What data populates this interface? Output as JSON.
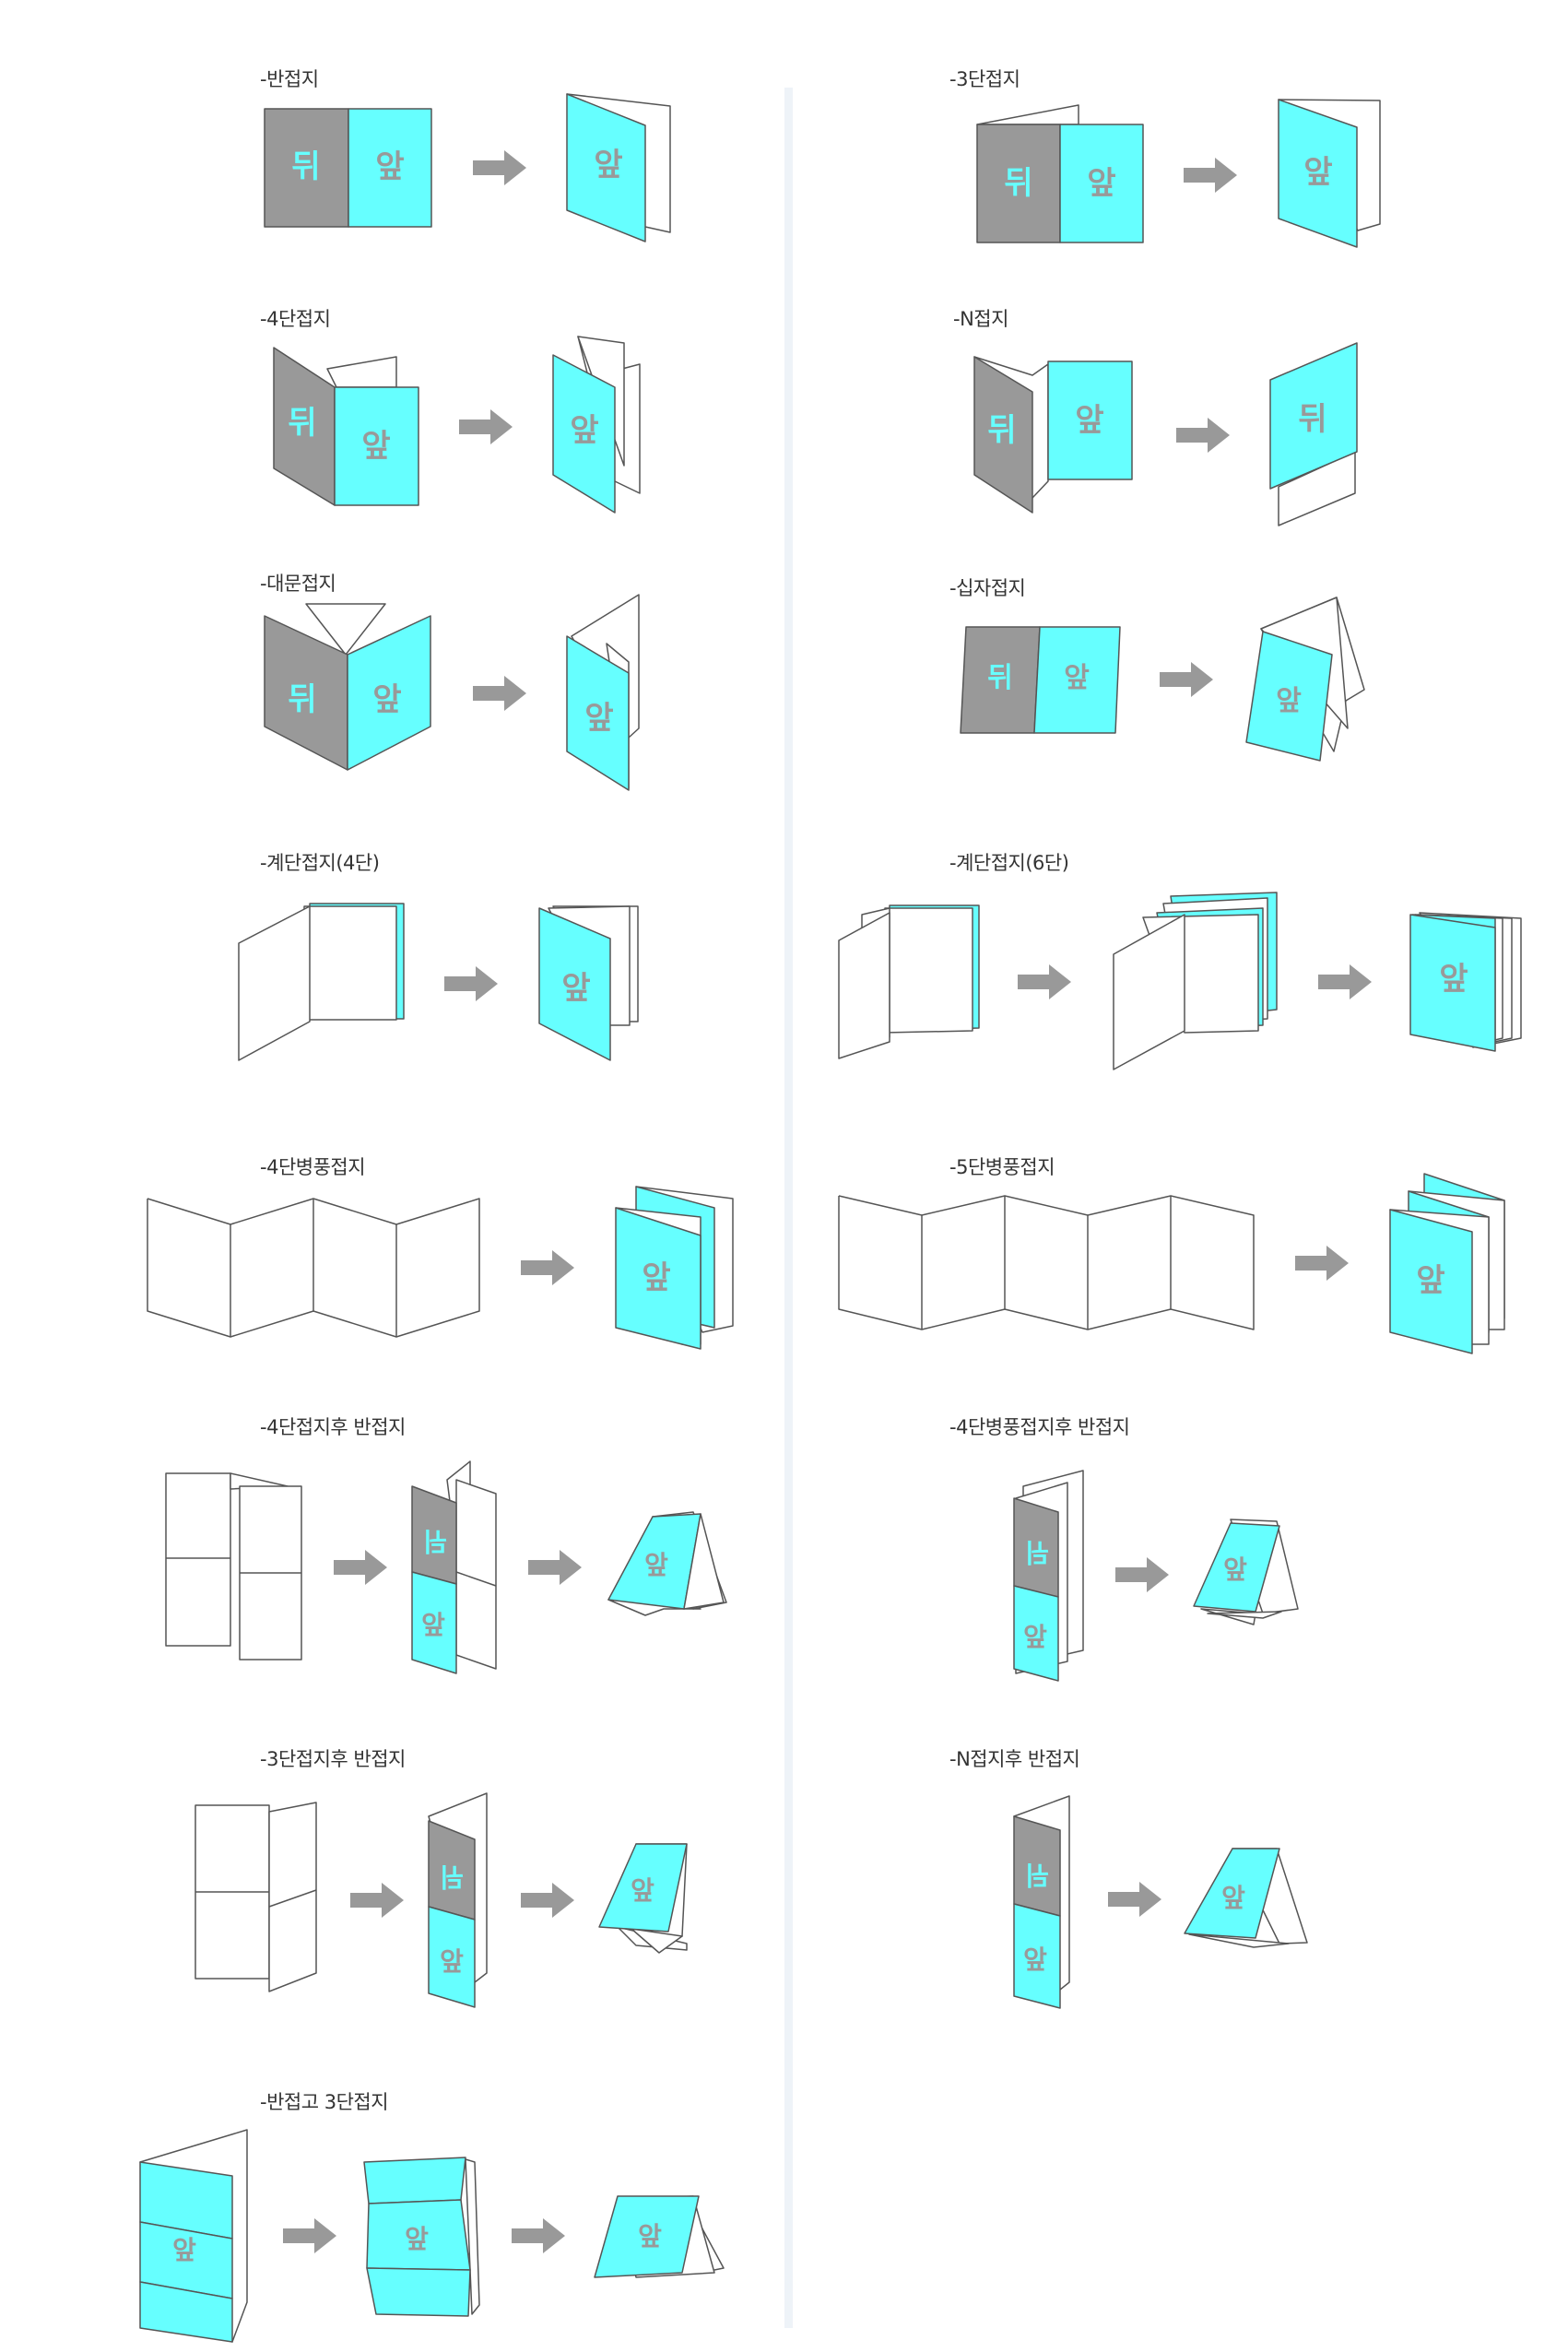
{
  "colors": {
    "front": "#66ffff",
    "back": "#999999",
    "stroke": "#555555",
    "arrow": "#999999",
    "divider": "#eef3f8"
  },
  "face_text": {
    "front": "앞",
    "back": "뒤"
  },
  "items": [
    {
      "id": "half-fold",
      "label": "-반접지"
    },
    {
      "id": "tri-fold",
      "label": "-3단접지"
    },
    {
      "id": "four-panel-fold",
      "label": "-4단접지"
    },
    {
      "id": "n-fold",
      "label": "-N접지"
    },
    {
      "id": "gate-fold",
      "label": "-대문접지"
    },
    {
      "id": "cross-fold",
      "label": "-십자접지"
    },
    {
      "id": "step-fold-4",
      "label": "-계단접지(4단)"
    },
    {
      "id": "step-fold-6",
      "label": "-계단접지(6단)"
    },
    {
      "id": "accordion-4",
      "label": "-4단병풍접지"
    },
    {
      "id": "accordion-5",
      "label": "-5단병풍접지"
    },
    {
      "id": "four-panel-then-half",
      "label": "-4단접지후 반접지"
    },
    {
      "id": "accordion-4-then-half",
      "label": "-4단병풍접지후 반접지"
    },
    {
      "id": "tri-then-half",
      "label": "-3단접지후 반접지"
    },
    {
      "id": "n-then-half",
      "label": "-N접지후 반접지"
    },
    {
      "id": "half-then-tri",
      "label": "-반접고 3단접지"
    }
  ]
}
